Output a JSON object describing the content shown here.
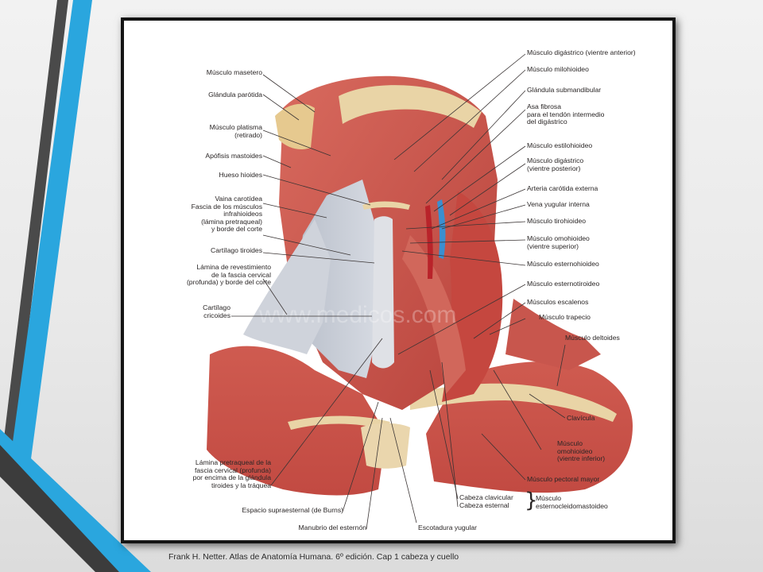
{
  "caption": "Frank H. Netter. Atlas de Anatomía Humana. 6º edición. Cap 1 cabeza y cuello",
  "watermark": "www.medicos.com",
  "colors": {
    "accent_blue": "#2aa6de",
    "dark_stripe": "#3c3c3c",
    "frame_border": "#141414",
    "muscle": "#c9544b",
    "fascia": "#c6ccd6",
    "bone": "#e9d4a6",
    "vein": "#3a8fd0"
  },
  "labels_left": {
    "masetero": "Músculo masetero",
    "parotida": "Glándula parótida",
    "platisma": "Músculo platisma\n(retirado)",
    "mastoides": "Apófisis mastoides",
    "hioides": "Hueso hioides",
    "carotidea": "Vaina carotídea\nFascia de los músculos\ninfrahioideos\n(lámina pretraqueal)\ny borde del corte",
    "tiroides": "Cartílago tiroides",
    "revestimiento": "Lámina de revestimiento\nde la fascia cervical\n(profunda) y borde del corte",
    "cricoides": "Cartílago\ncricoides",
    "pretraqueal": "Lámina pretraqueal de la\nfascia cervical (profunda)\npor encima de la glándula\ntiroides y la tráquea",
    "supraesternal": "Espacio supraesternal (de Burns)",
    "manubrio": "Manubrio del esternón",
    "escotadura": "Escotadura yugular"
  },
  "labels_right": {
    "digastrico_ant": "Músculo digástrico (vientre anterior)",
    "milohioideo": "Músculo milohioideo",
    "submandibular": "Glándula submandibular",
    "asa_fibrosa": "Asa fibrosa\npara el tendón intermedio\ndel digástrico",
    "estilohioideo": "Músculo estilohioideo",
    "digastrico_post": "Músculo digástrico\n(vientre posterior)",
    "carotida": "Arteria carótida externa",
    "yugular": "Vena yugular interna",
    "tirohioideo": "Músculo tirohioideo",
    "omohioideo_sup": "Músculo omohioideo\n(vientre superior)",
    "esternohioideo": "Músculo esternohioideo",
    "esternotiroideo": "Músculo esternotiroideo",
    "escalenos": "Músculos escalenos",
    "trapecio": "Músculo trapecio",
    "deltoides": "Músculo deltoides",
    "clavicula": "Clavícula",
    "omohioideo_inf": "Músculo\nomohioideo\n(vientre inferior)",
    "pectoral": "Músculo pectoral mayor",
    "cabeza_clavicular": "Cabeza clavicular",
    "cabeza_esternal": "Cabeza esternal",
    "esternocleido": "Músculo\nesternocleidomastoideo"
  },
  "brace_glyph": "}"
}
